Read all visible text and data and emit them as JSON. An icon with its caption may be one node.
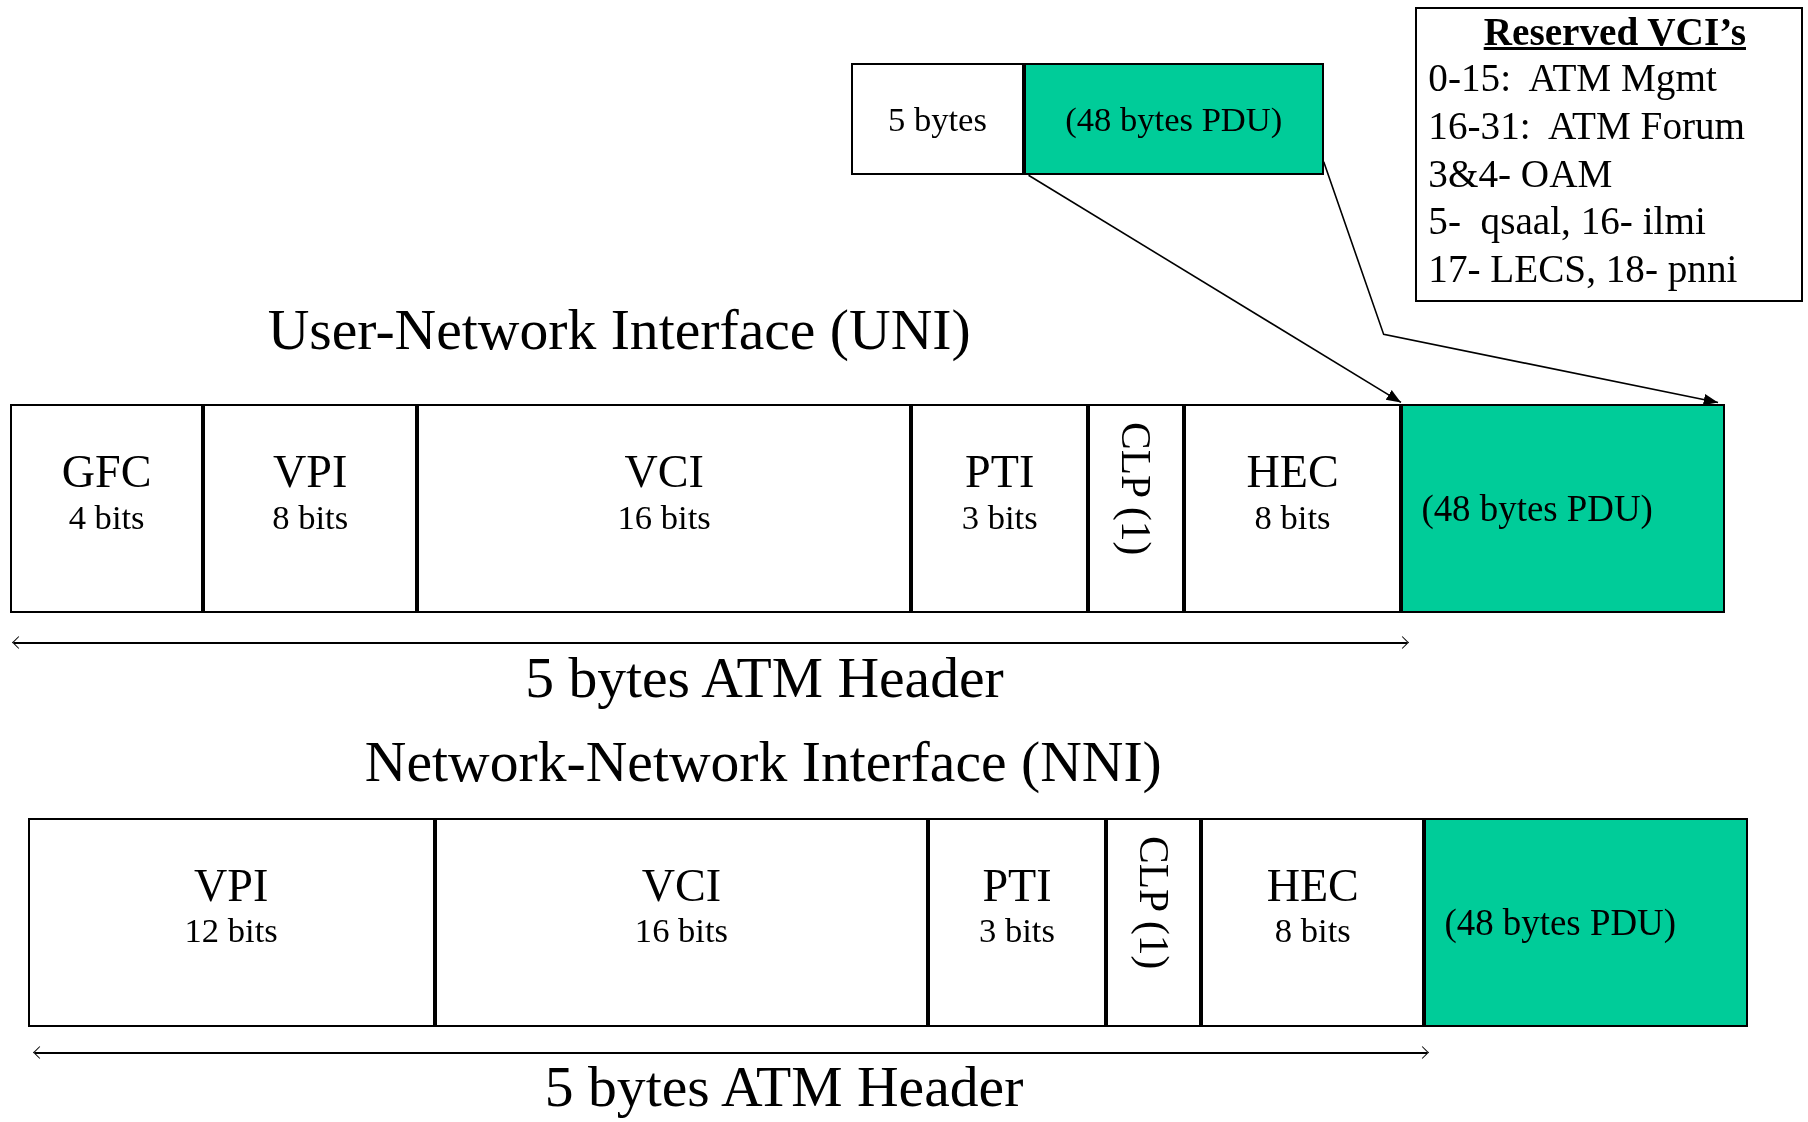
{
  "diagram": {
    "nodes": [
      {
        "text": [
          "5 bytes"
        ]
      },
      {
        "text": [
          "(48 bytes PDU)"
        ]
      },
      {
        "text": [
          "Reserved VCI’s",
          "0-15:  ATM Mgmt",
          "16-31:  ATM Forum",
          "3&4- OAM",
          "5-  qsaal, 16- ilmi",
          "17- LECS, 18- pnni"
        ]
      },
      {
        "text": [
          "GFC",
          "4 bits"
        ]
      },
      {
        "text": [
          "VPI",
          "8 bits"
        ]
      },
      {
        "text": [
          "VCI",
          "16 bits"
        ]
      },
      {
        "text": [
          "PTI",
          "3 bits"
        ]
      },
      {
        "text": [
          "CLP (1)"
        ]
      },
      {
        "text": [
          "HEC",
          "8 bits"
        ]
      },
      {
        "text": [
          "(48 bytes PDU)"
        ]
      },
      {
        "text": [
          "VPI",
          "12 bits"
        ]
      },
      {
        "text": [
          "VCI",
          "16 bits"
        ]
      },
      {
        "text": [
          "PTI",
          "3 bits"
        ]
      },
      {
        "text": [
          "CLP (1)"
        ]
      },
      {
        "text": [
          "HEC",
          "8 bits"
        ]
      },
      {
        "text": [
          "(48 bytes PDU)"
        ]
      }
    ],
    "edges": [
      {
        "from": 1,
        "to": 9,
        "arrow": "to"
      },
      {
        "from": 1,
        "to": 9,
        "arrow": "to"
      }
    ],
    "labels": [
      "User-Network Interface (UNI)",
      "5 bytes ATM Header",
      "Network-Network Interface (NNI)",
      "5 bytes ATM Header"
    ]
  }
}
